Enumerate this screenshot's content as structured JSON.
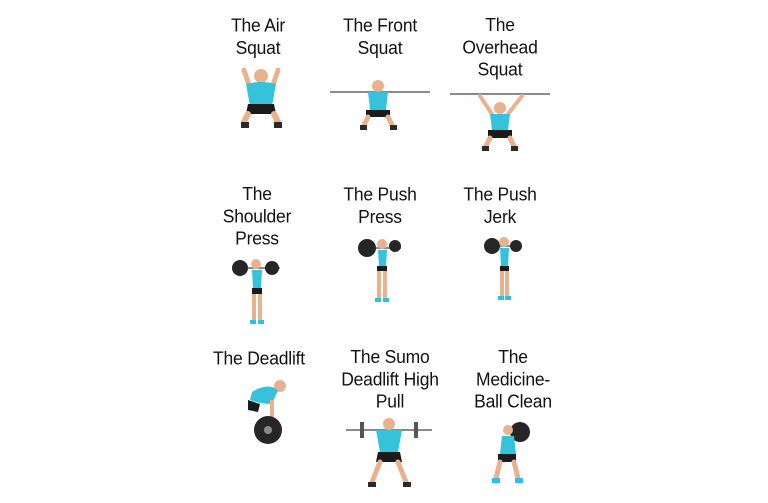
{
  "colors": {
    "shirt": "#35c3dc",
    "shorts": "#1b1b1b",
    "skin": "#e9b28f",
    "shoe": "#2ec0e6",
    "bar": "#8a8a8a",
    "plate": "#262626"
  },
  "exercises": [
    {
      "title_lines": [
        "The Air",
        "Squat"
      ],
      "icon": "air-squat-figure"
    },
    {
      "title_lines": [
        "The Front",
        "Squat"
      ],
      "icon": "front-squat-figure"
    },
    {
      "title_lines": [
        "The",
        "Overhead",
        "Squat"
      ],
      "icon": "overhead-squat-figure"
    },
    {
      "title_lines": [
        "The",
        "Shoulder",
        "Press"
      ],
      "icon": "shoulder-press-figure"
    },
    {
      "title_lines": [
        "The Push",
        "Press"
      ],
      "icon": "push-press-figure"
    },
    {
      "title_lines": [
        "The Push",
        "Jerk"
      ],
      "icon": "push-jerk-figure"
    },
    {
      "title_lines": [
        "The Deadlift"
      ],
      "icon": "deadlift-figure"
    },
    {
      "title_lines": [
        "The Sumo",
        "Deadlift High",
        "Pull"
      ],
      "icon": "sumo-deadlift-high-pull-figure"
    },
    {
      "title_lines": [
        "The",
        "Medicine-",
        "Ball Clean"
      ],
      "icon": "medicine-ball-clean-figure"
    }
  ]
}
